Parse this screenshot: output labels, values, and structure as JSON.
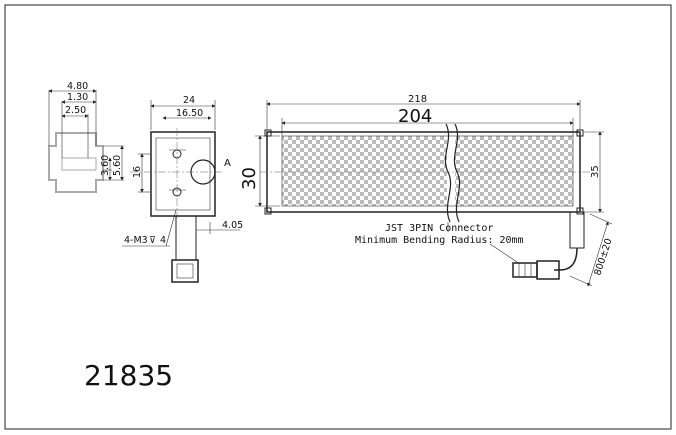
{
  "dimensions": {
    "left_view": {
      "d1": "4.80",
      "d2": "1.30",
      "d3": "2.50",
      "d4": "3.60",
      "d5": "5.60"
    },
    "middle_view": {
      "width": "24",
      "inner": "16.50",
      "height": "16",
      "offset": "4.05",
      "screw": "4-M3",
      "depth": "4",
      "label_a": "A"
    },
    "main_view": {
      "overall": "218",
      "inner": "204",
      "height": "35",
      "inner_height": "30",
      "cable": "800±20"
    }
  },
  "notes": {
    "connector": "JST 3PIN Connector",
    "bending": "Minimum Bending Radius: 20mm"
  },
  "part_number": "21835",
  "colors": {
    "line": "#222222",
    "mesh_dark": "#bbbbbb",
    "mesh_light": "#ffffff"
  }
}
